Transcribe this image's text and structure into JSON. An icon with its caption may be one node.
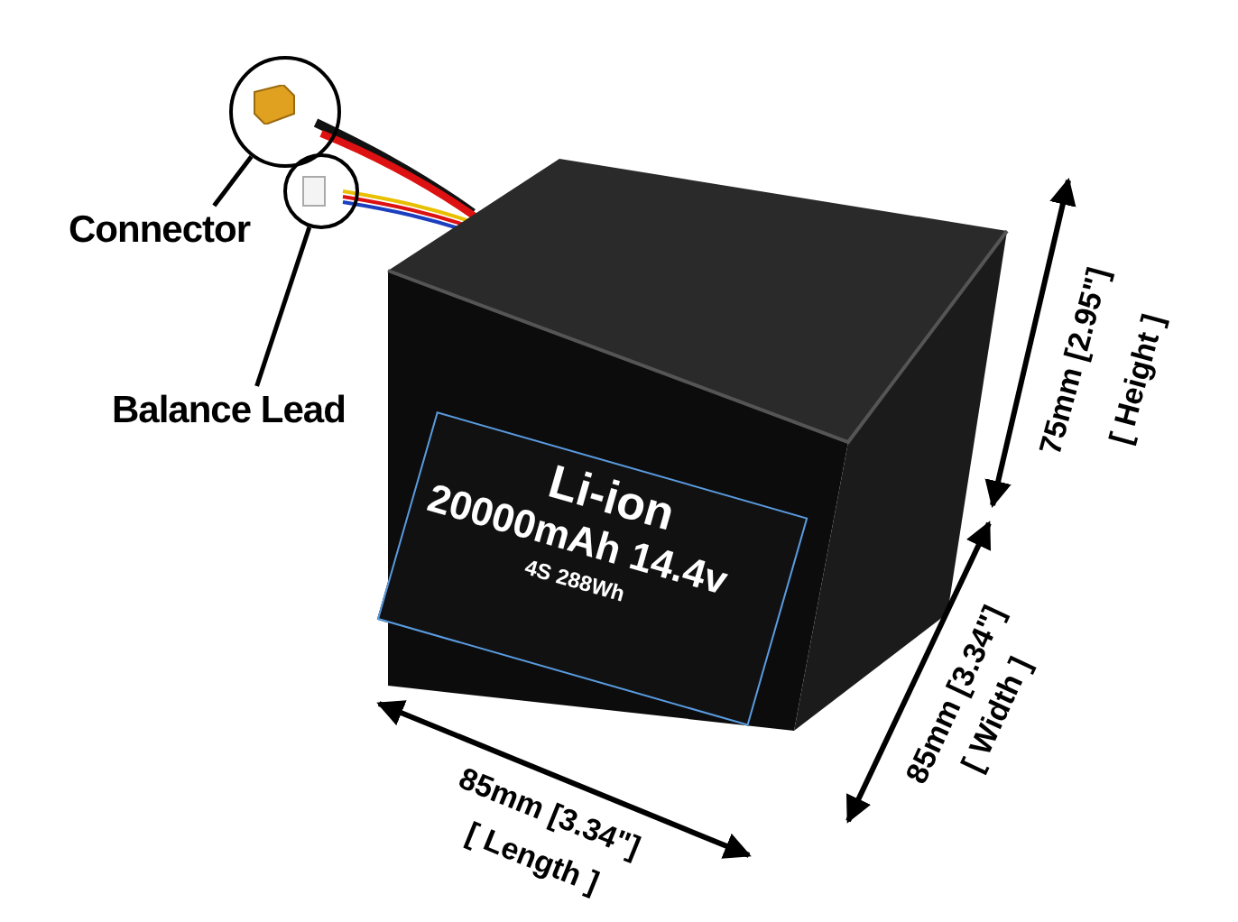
{
  "diagram": {
    "nodes": [
      {
        "text": [
          "Connector"
        ]
      },
      {
        "text": [
          "Balance Lead"
        ]
      },
      {
        "text": [],
        "shape": "circle"
      },
      {
        "text": [],
        "shape": "circle"
      }
    ],
    "edges": [
      {
        "from": 0,
        "to": 2,
        "arrow": "none"
      },
      {
        "from": 1,
        "to": 3,
        "arrow": "none"
      }
    ],
    "labels": [
      "Li-ion",
      "20000mAh 14.4v",
      "4S 288Wh",
      "75mm [2.95\"]",
      "[ Height ]",
      "85mm [3.34\"]",
      "[ Width ]",
      "85mm [3.34\"]",
      "[ Length ]"
    ]
  }
}
